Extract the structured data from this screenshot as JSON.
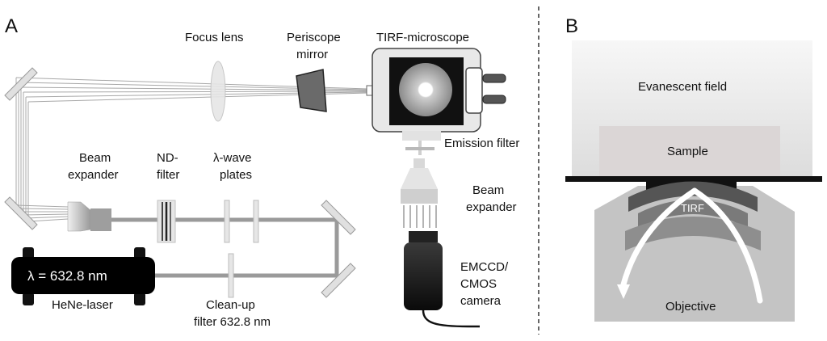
{
  "panel_a": {
    "letter": "A",
    "labels": {
      "focus_lens": "Focus lens",
      "periscope_1": "Periscope",
      "periscope_2": "mirror",
      "tirf_microscope": "TIRF-microscope",
      "emission_filter": "Emission filter",
      "beam_expander_left_1": "Beam",
      "beam_expander_left_2": "expander",
      "nd_filter_1": "ND-",
      "nd_filter_2": "filter",
      "wave_plates_1": "λ-wave",
      "wave_plates_2": "plates",
      "beam_expander_right_1": "Beam",
      "beam_expander_right_2": "expander",
      "camera_1": "EMCCD/",
      "camera_2": "CMOS",
      "camera_3": "camera",
      "laser_wavelength": "λ = 632.8 nm",
      "laser_name": "HeNe-laser",
      "cleanup_filter_1": "Clean-up",
      "cleanup_filter_2": "filter 632.8 nm"
    }
  },
  "panel_b": {
    "letter": "B",
    "labels": {
      "evanescent_field": "Evanescent field",
      "sample": "Sample",
      "tirf": "TIRF",
      "objective": "Objective"
    }
  }
}
